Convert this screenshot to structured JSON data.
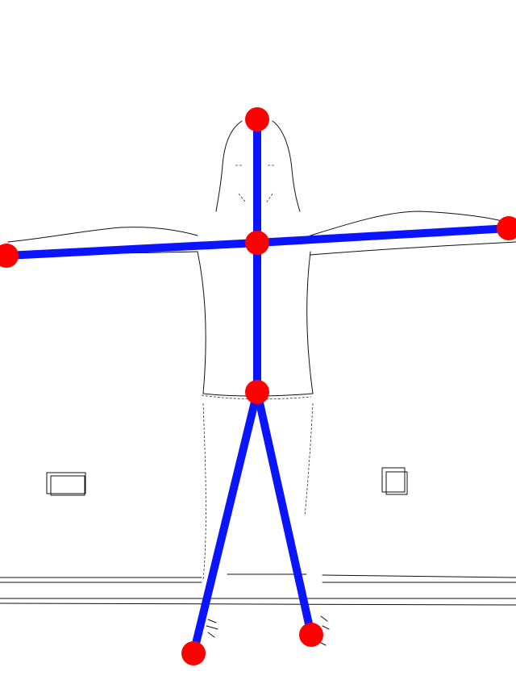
{
  "skeleton": {
    "bone_color": "#0a14ff",
    "joint_color": "#ff0000",
    "background_color": "#ffffff",
    "edge_color": "#111111",
    "joints": [
      {
        "name": "head"
      },
      {
        "name": "neck"
      },
      {
        "name": "left-hand"
      },
      {
        "name": "right-hand"
      },
      {
        "name": "hip"
      },
      {
        "name": "left-foot"
      },
      {
        "name": "right-foot"
      }
    ],
    "bones": [
      {
        "from": "head",
        "to": "neck"
      },
      {
        "from": "neck",
        "to": "left-hand"
      },
      {
        "from": "neck",
        "to": "right-hand"
      },
      {
        "from": "neck",
        "to": "hip"
      },
      {
        "from": "hip",
        "to": "left-foot"
      },
      {
        "from": "hip",
        "to": "right-foot"
      }
    ]
  }
}
